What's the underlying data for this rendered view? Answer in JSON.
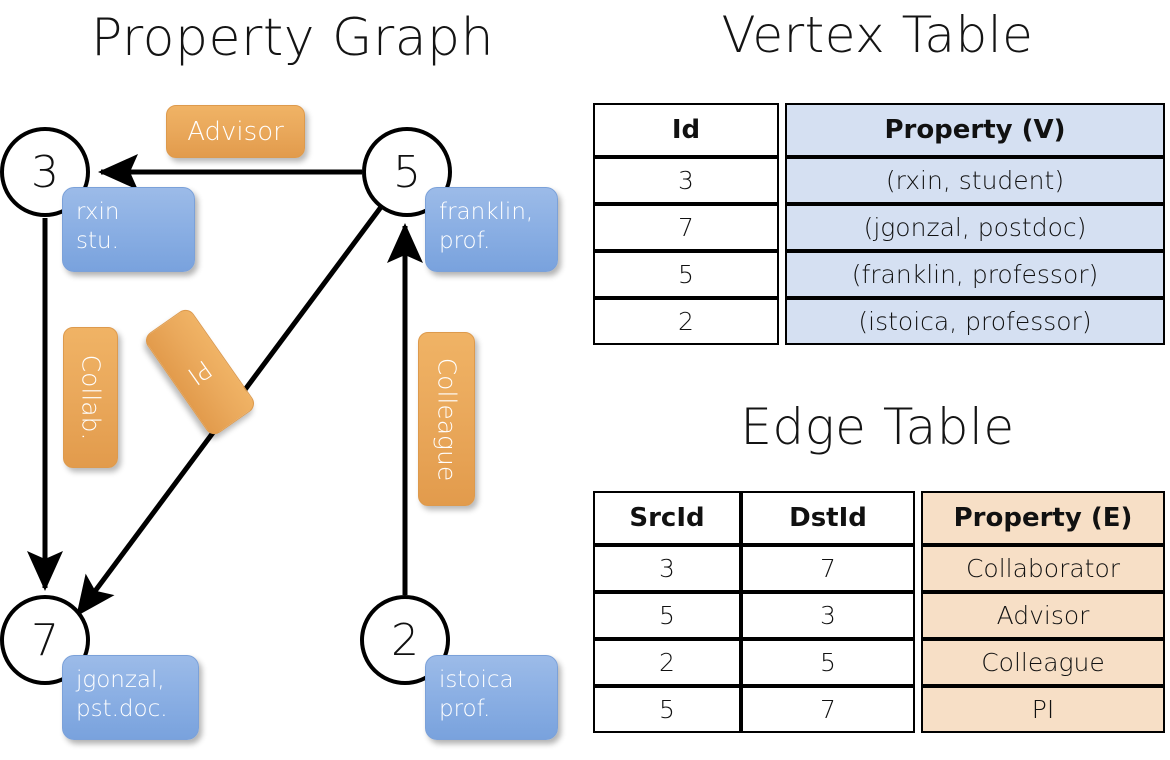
{
  "titles": {
    "graph": "Property Graph",
    "vertex_table": "Vertex Table",
    "edge_table": "Edge Table"
  },
  "graph": {
    "nodes": [
      {
        "id": "3",
        "property_line1": "rxin",
        "property_line2": "stu."
      },
      {
        "id": "5",
        "property_line1": "franklin,",
        "property_line2": "prof."
      },
      {
        "id": "7",
        "property_line1": "jgonzal,",
        "property_line2": "pst.doc."
      },
      {
        "id": "2",
        "property_line1": "istoica",
        "property_line2": "prof."
      }
    ],
    "edge_labels": {
      "advisor": "Advisor",
      "collab": "Collab.",
      "pi": "PI",
      "colleague": "Colleague"
    },
    "edges": [
      {
        "from": "5",
        "to": "3",
        "label": "Advisor"
      },
      {
        "from": "3",
        "to": "7",
        "label": "Collab."
      },
      {
        "from": "5",
        "to": "7",
        "label": "PI"
      },
      {
        "from": "2",
        "to": "5",
        "label": "Colleague"
      }
    ]
  },
  "vertex_table": {
    "columns": [
      "Id",
      "Property (V)"
    ],
    "rows": [
      {
        "id": "3",
        "property": "(rxin, student)"
      },
      {
        "id": "7",
        "property": "(jgonzal, postdoc)"
      },
      {
        "id": "5",
        "property": "(franklin, professor)"
      },
      {
        "id": "2",
        "property": "(istoica, professor)"
      }
    ]
  },
  "edge_table": {
    "columns": [
      "SrcId",
      "DstId",
      "Property (E)"
    ],
    "rows": [
      {
        "src": "3",
        "dst": "7",
        "property": "Collaborator"
      },
      {
        "src": "5",
        "dst": "3",
        "property": "Advisor"
      },
      {
        "src": "2",
        "dst": "5",
        "property": "Colleague"
      },
      {
        "src": "5",
        "dst": "7",
        "property": "PI"
      }
    ]
  },
  "colors": {
    "vertex_property_fill": "#d5e0f2",
    "edge_property_fill": "#f7dfc6",
    "node_callout_blue": "#8cb0e4",
    "edge_label_orange": "#eaa95c",
    "stroke": "#000000"
  }
}
